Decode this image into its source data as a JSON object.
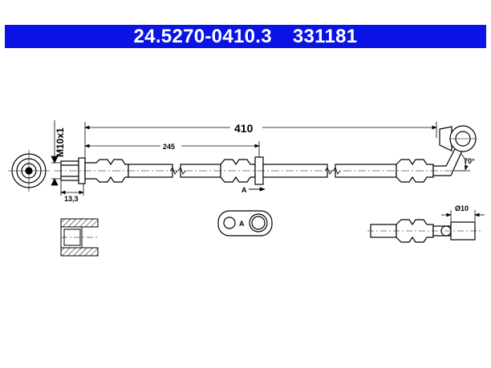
{
  "header": {
    "part_number": "24.5270-0410.3",
    "ref_number": "331181",
    "background_color": "#0a14e6",
    "text_color": "#ffffff"
  },
  "dimensions": {
    "total_length": "410",
    "bracket_distance": "245",
    "thread": "M10x1",
    "nut_width": "13,3",
    "angle": "70°",
    "eye_diameter": "Ø10",
    "view_marker": "A",
    "detail_marker": "A"
  }
}
